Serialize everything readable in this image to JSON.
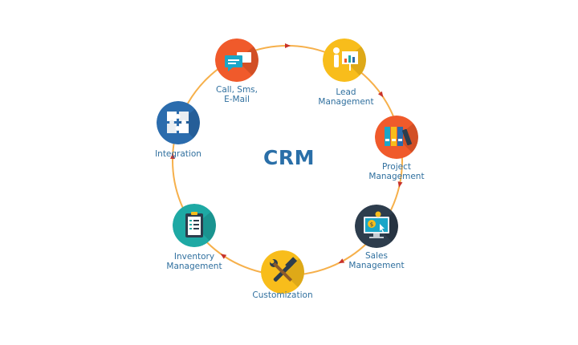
{
  "center": {
    "title": "CRM"
  },
  "nodes": [
    {
      "id": "call-sms-email",
      "label": "Call, Sms,\nE-Mail",
      "color": "#f05a2b",
      "icon": "chat-bubbles-icon"
    },
    {
      "id": "lead-management",
      "label": "Lead\nManagement",
      "color": "#f8bd1b",
      "icon": "presenter-board-icon"
    },
    {
      "id": "project-management",
      "label": "Project\nManagement",
      "color": "#f05a2b",
      "icon": "binders-icon"
    },
    {
      "id": "sales-management",
      "label": "Sales\nManagement",
      "color": "#2d3d4d",
      "icon": "monitor-dollar-icon"
    },
    {
      "id": "customization",
      "label": "Customization",
      "color": "#f8bd1b",
      "icon": "wrench-hammer-icon"
    },
    {
      "id": "inventory-management",
      "label": "Inventory\nManagement",
      "color": "#1ea9a4",
      "icon": "clipboard-checklist-icon"
    },
    {
      "id": "integration",
      "label": "Integration",
      "color": "#2b6cad",
      "icon": "puzzle-icon"
    }
  ],
  "colors": {
    "ring": "#f6b04b",
    "arrow": "#c8322a",
    "title": "#2a6fa8",
    "label": "#2f6f9e"
  }
}
